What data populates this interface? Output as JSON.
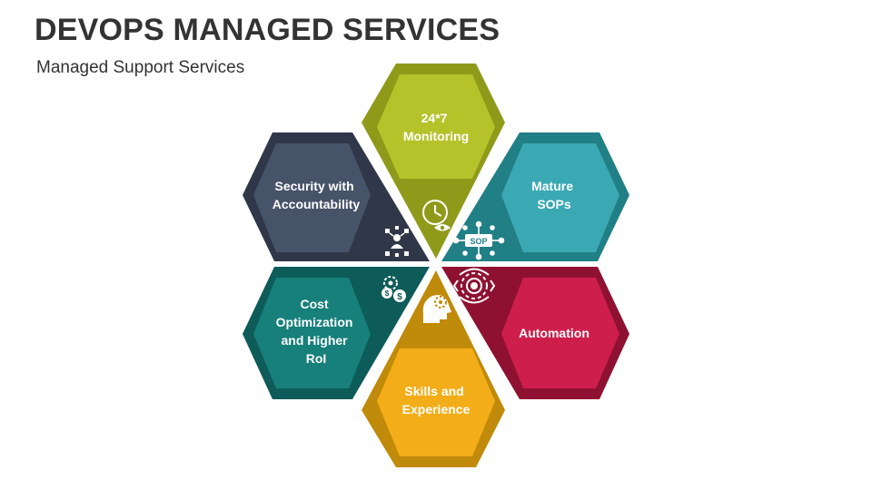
{
  "header": {
    "title": "DEVOPS MANAGED SERVICES",
    "subtitle": "Managed Support Services"
  },
  "segments": [
    {
      "id": "monitoring",
      "lines": [
        "24*7",
        "Monitoring"
      ],
      "outer": "#8f9a1a",
      "inner": "#b5c22a",
      "icon": "clock-eye-icon"
    },
    {
      "id": "sops",
      "lines": [
        "Mature",
        "SOPs"
      ],
      "outer": "#217f86",
      "inner": "#3aa9b3",
      "icon": "sop-network-icon"
    },
    {
      "id": "automation",
      "lines": [
        "Automation"
      ],
      "outer": "#8f1131",
      "inner": "#cd1e4c",
      "icon": "automation-gear-icon"
    },
    {
      "id": "skills",
      "lines": [
        "Skills and",
        "Experience"
      ],
      "outer": "#c08a0a",
      "inner": "#f3ad18",
      "icon": "head-gear-icon"
    },
    {
      "id": "cost",
      "lines": [
        "Cost",
        "Optimization",
        "and Higher",
        "RoI"
      ],
      "outer": "#0d5c59",
      "inner": "#17807b",
      "icon": "coins-gear-icon"
    },
    {
      "id": "security",
      "lines": [
        "Security with",
        "Accountability"
      ],
      "outer": "#2f3748",
      "inner": "#475369",
      "icon": "security-user-icon"
    }
  ]
}
